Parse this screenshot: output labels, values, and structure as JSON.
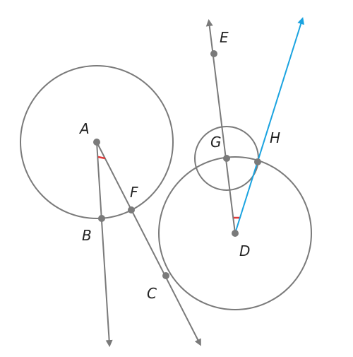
{
  "colors": {
    "stroke": "#7a7a7a",
    "point": "#7a7a7a",
    "accent_ray": "#1aa3e0",
    "angle_mark": "#e03a3a",
    "label": "#222222",
    "background": "#ffffff"
  },
  "labels": {
    "A": "A",
    "B": "B",
    "C": "C",
    "D": "D",
    "E": "E",
    "F": "F",
    "G": "G",
    "H": "H"
  }
}
